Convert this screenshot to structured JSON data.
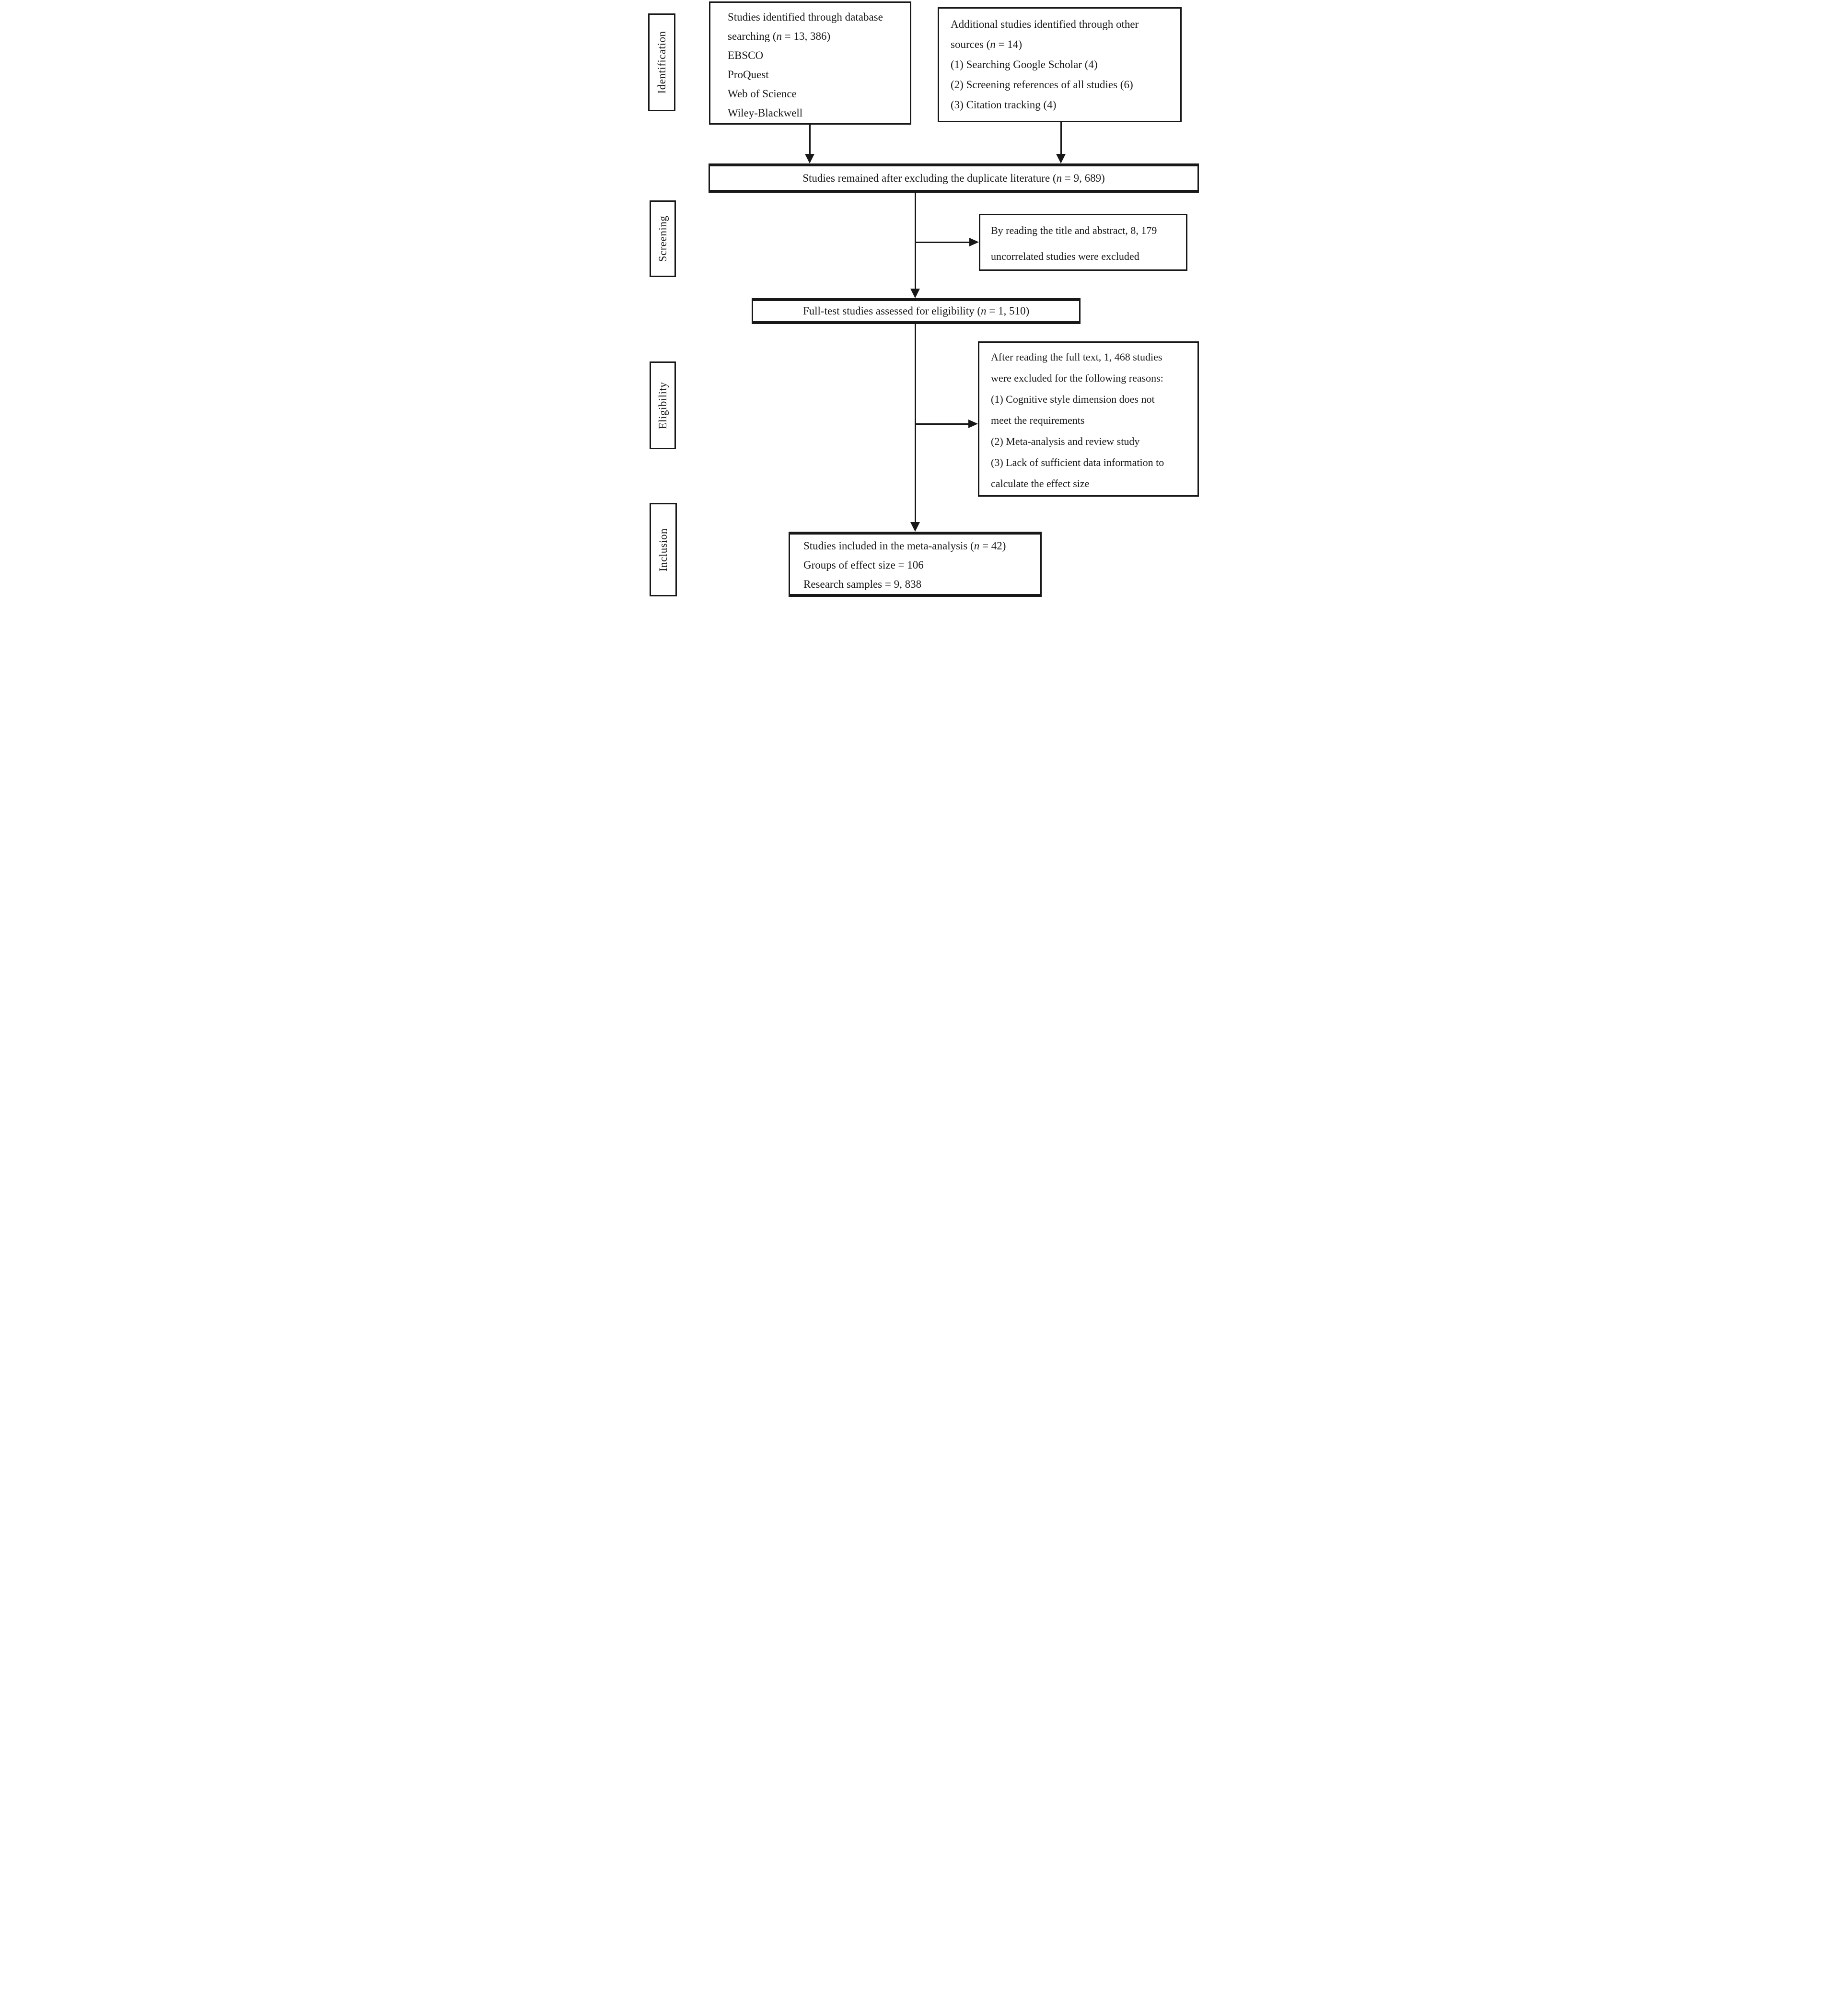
{
  "figure": {
    "type": "prisma-flowchart",
    "background": "#ffffff",
    "ink_color": "#181818"
  },
  "stages": {
    "identification": "Identification",
    "screening": "Screening",
    "eligibility": "Eligibility",
    "inclusion": "Inclusion"
  },
  "boxes": {
    "database": {
      "lines": [
        [
          {
            "t": "Studies identified through database"
          }
        ],
        [
          {
            "t": "searching ("
          },
          {
            "t": "n",
            "i": true
          },
          {
            "t": " = 13, 386)"
          }
        ],
        [
          {
            "t": "EBSCO"
          }
        ],
        [
          {
            "t": "ProQuest"
          }
        ],
        [
          {
            "t": "Web of Science"
          }
        ],
        [
          {
            "t": "Wiley-Blackwell"
          }
        ]
      ]
    },
    "other_sources": {
      "lines": [
        [
          {
            "t": "Additional studies identified through other"
          }
        ],
        [
          {
            "t": "sources ("
          },
          {
            "t": "n",
            "i": true
          },
          {
            "t": " = 14)"
          }
        ],
        [
          {
            "t": "(1) Searching Google Scholar (4)"
          }
        ],
        [
          {
            "t": "(2) Screening references of all studies (6)"
          }
        ],
        [
          {
            "t": "(3) Citation tracking (4)"
          }
        ]
      ]
    },
    "after_dedup": {
      "lines": [
        [
          {
            "t": "Studies remained after excluding the duplicate literature ("
          },
          {
            "t": "n",
            "i": true
          },
          {
            "t": " = 9, 689)"
          }
        ]
      ]
    },
    "title_abstract_excluded": {
      "lines": [
        [
          {
            "t": "By reading the title and abstract, 8, 179"
          }
        ],
        [
          {
            "t": "uncorrelated studies were excluded"
          }
        ]
      ]
    },
    "fulltext_assessed": {
      "lines": [
        [
          {
            "t": "Full-test studies assessed for eligibility ("
          },
          {
            "t": "n",
            "i": true
          },
          {
            "t": " = 1, 510)"
          }
        ]
      ]
    },
    "fulltext_excluded": {
      "lines": [
        [
          {
            "t": "After reading the full text, 1, 468 studies"
          }
        ],
        [
          {
            "t": "were excluded for the following reasons:"
          }
        ],
        [
          {
            "t": "(1) Cognitive style dimension does not"
          }
        ],
        [
          {
            "t": "meet the requirements"
          }
        ],
        [
          {
            "t": "(2) Meta-analysis and review study"
          }
        ],
        [
          {
            "t": "(3) Lack of sufficient data information to"
          }
        ],
        [
          {
            "t": "calculate the effect size"
          }
        ]
      ]
    },
    "included": {
      "lines": [
        [
          {
            "t": "Studies included in the meta-analysis ("
          },
          {
            "t": "n",
            "i": true
          },
          {
            "t": " = 42)"
          }
        ],
        [
          {
            "t": "Groups of effect size = 106"
          }
        ],
        [
          {
            "t": "Research samples = 9, 838"
          }
        ]
      ]
    }
  }
}
